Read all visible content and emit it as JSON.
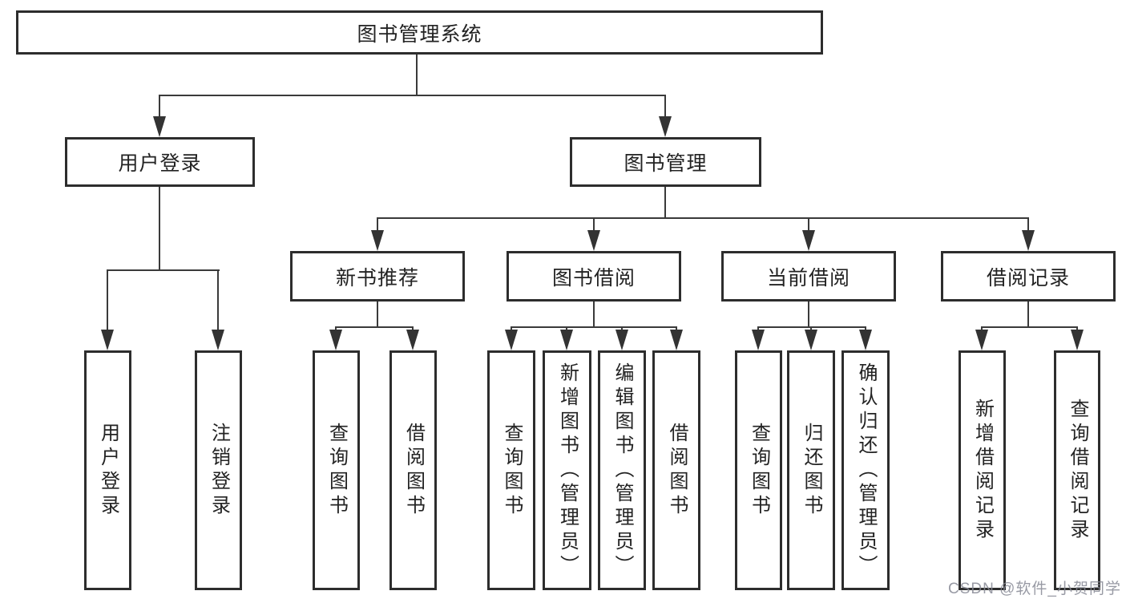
{
  "diagram_title": "图书管理系统",
  "colors": {
    "background": "#ffffff",
    "box_border": "#2d2d2d",
    "connector_line": "#3a3a3a",
    "text": "#232323",
    "watermark_text": "#868894"
  },
  "tree": {
    "root": "图书管理系统",
    "branches": [
      {
        "label": "用户登录",
        "children": [
          "用户登录",
          "注销登录"
        ]
      },
      {
        "label": "图书管理",
        "children": [
          {
            "label": "新书推荐",
            "children": [
              "查询图书",
              "借阅图书"
            ]
          },
          {
            "label": "图书借阅",
            "children": [
              "查询图书",
              "新增图书（管理员）",
              "编辑图书（管理员）",
              "借阅图书"
            ]
          },
          {
            "label": "当前借阅",
            "children": [
              "查询图书",
              "归还图书",
              "确认归还（管理员）"
            ]
          },
          {
            "label": "借阅记录",
            "children": [
              "新增借阅记录",
              "查询借阅记录"
            ]
          }
        ]
      }
    ]
  },
  "watermark": "CSDN @软件_小贺同学"
}
